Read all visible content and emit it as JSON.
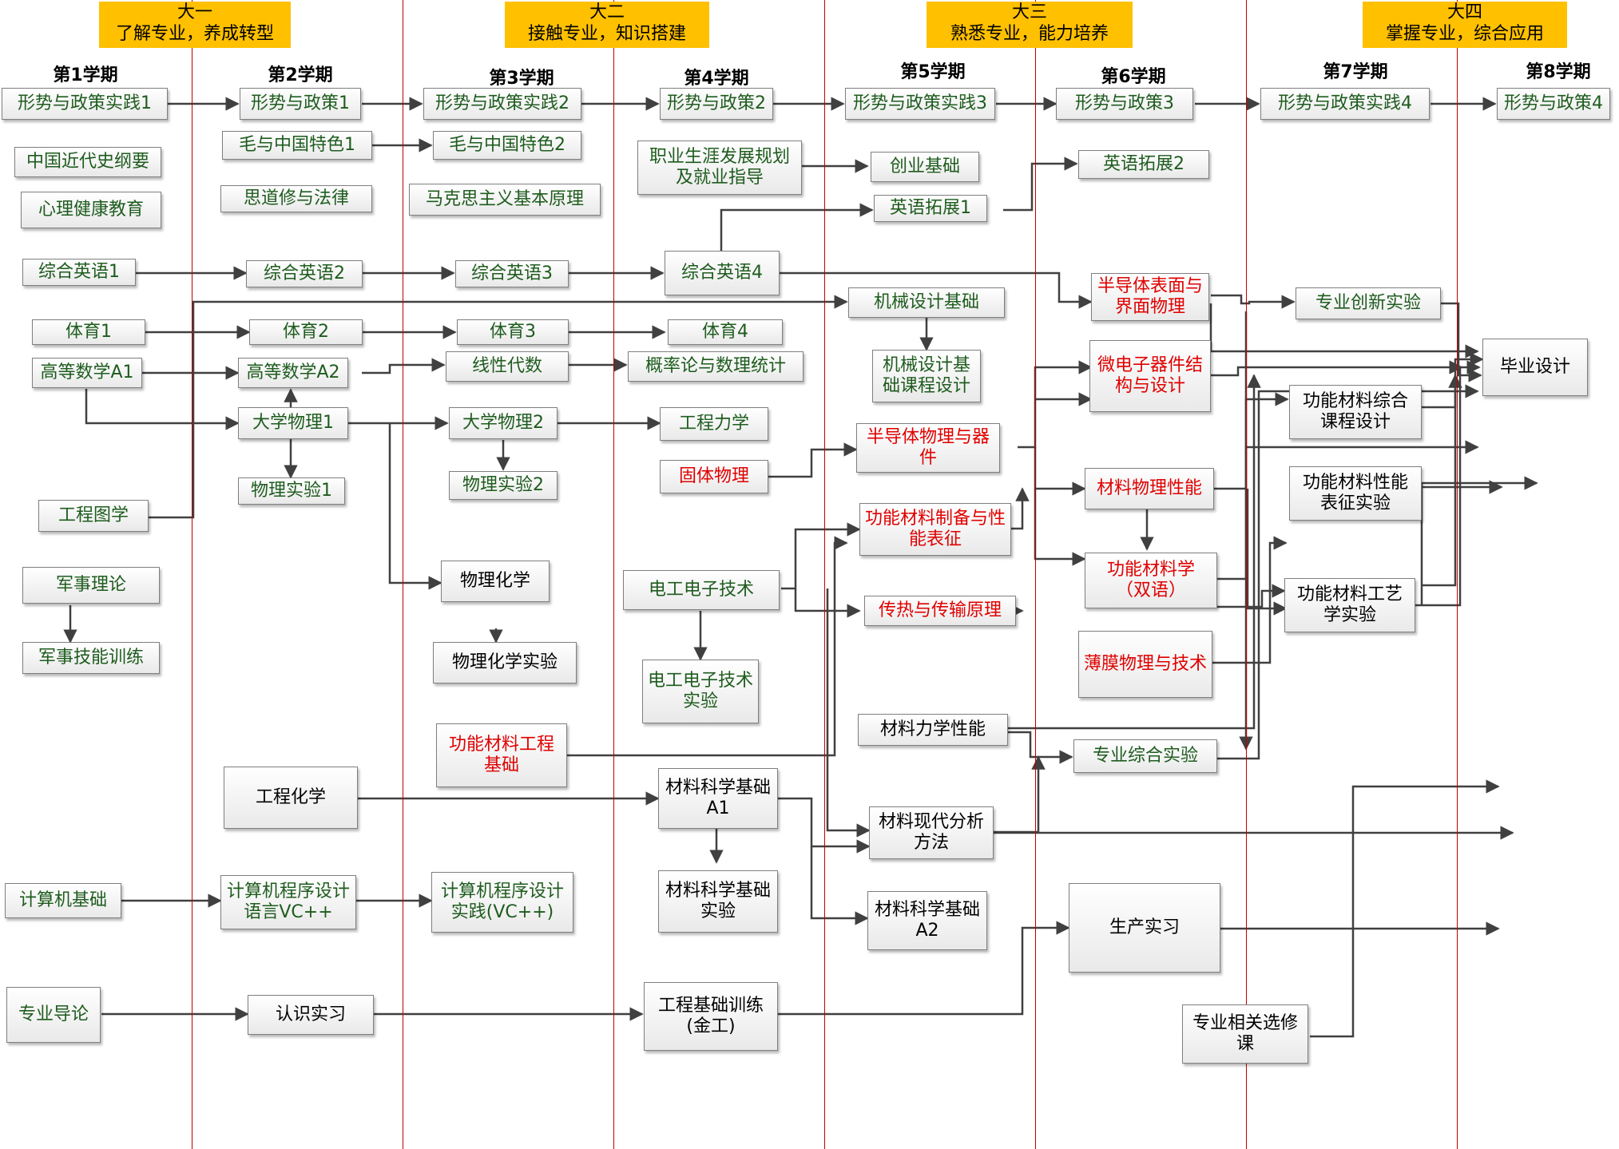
{
  "years": [
    {
      "name": "大一",
      "theme": "了解专业，养成转型"
    },
    {
      "name": "大二",
      "theme": "接触专业，知识搭建"
    },
    {
      "name": "大三",
      "theme": "熟悉专业，能力培养"
    },
    {
      "name": "大四",
      "theme": "掌握专业，综合应用"
    }
  ],
  "semesters": [
    "第1学期",
    "第2学期",
    "第3学期",
    "第4学期",
    "第5学期",
    "第6学期",
    "第7学期",
    "第8学期"
  ],
  "courses": {
    "xszc_sj1": "形势与政策实践1",
    "xszc1": "形势与政策1",
    "xszc_sj2": "形势与政策实践2",
    "xszc2": "形势与政策2",
    "xszc_sj3": "形势与政策实践3",
    "xszc3": "形势与政策3",
    "xszc_sj4": "形势与政策实践4",
    "xszc4": "形势与政策4",
    "zgjds": "中国近代史纲要",
    "xljk": "心理健康教育",
    "mzt1": "毛与中国特色1",
    "mzt2": "毛与中国特色2",
    "sdx": "思道修与法律",
    "mks": "马克思主义基本原理",
    "zysy": "职业生涯发展规划及就业指导",
    "cyjc": "创业基础",
    "yytz1": "英语拓展1",
    "yytz2": "英语拓展2",
    "zhyy1": "综合英语1",
    "zhyy2": "综合英语2",
    "zhyy3": "综合英语3",
    "zhyy4": "综合英语4",
    "jxsjjc": "机械设计基础",
    "jxsjkc": "机械设计基础课程设计",
    "ty1": "体育1",
    "ty2": "体育2",
    "ty3": "体育3",
    "ty4": "体育4",
    "gdsx1": "高等数学A1",
    "gdsx2": "高等数学A2",
    "xxds": "线性代数",
    "gll": "概率论与数理统计",
    "dxwl1": "大学物理1",
    "dxwl2": "大学物理2",
    "gclx": "工程力学",
    "wlsy1": "物理实验1",
    "wlsy2": "物理实验2",
    "gtwl": "固体物理",
    "gctx": "工程图学",
    "wlhx": "物理化学",
    "wlhxsy": "物理化学实验",
    "jslx": "军事理论",
    "jsjn": "军事技能训练",
    "dgdz": "电工电子技术",
    "dgdzsy": "电工电子技术实验",
    "gnclgc": "功能材料工程基础",
    "gchx": "工程化学",
    "clkx1": "材料科学基础A1",
    "clkxsy": "材料科学基础实验",
    "clkx2": "材料科学基础A2",
    "clxdfx": "材料现代分析方法",
    "cllx": "材料力学性能",
    "jsjjc": "计算机基础",
    "cxsj": "计算机程序设计语言VC++",
    "cxsjsj": "计算机程序设计实践(VC++)",
    "zydl": "专业导论",
    "rssx": "认识实习",
    "gcjc": "工程基础训练(金工)",
    "sczx": "生产实习",
    "zyxx": "专业相关选修课",
    "bdtwl": "半导体物理与器件",
    "gnzb": "功能材料制备与性能表征",
    "crcs": "传热与传输原理",
    "bdtbm": "半导体表面与界面物理",
    "wdz": "微电子器件结构与设计",
    "clwl": "材料物理性能",
    "gnclx": "功能材料学（双语）",
    "bmwl": "薄膜物理与技术",
    "zyzh": "专业综合实验",
    "zycx": "专业创新实验",
    "gnkc": "功能材料综合课程设计",
    "gnbz": "功能材料性能表征实验",
    "gngy": "功能材料工艺学实验",
    "bysj": "毕业设计"
  },
  "colors": {
    "year_header": "#ffc000",
    "divider": "#c00000",
    "basic_course": "#1e5c1e",
    "core_course": "#e00000",
    "arrow": "#404040"
  }
}
